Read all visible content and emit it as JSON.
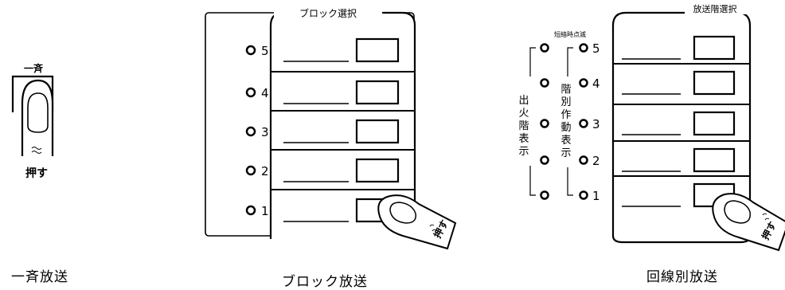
{
  "all_broadcast": {
    "button_label": "一斉",
    "push_label": "押す",
    "caption": "一斉放送"
  },
  "block_broadcast": {
    "panel_title": "ブロック選択",
    "rows": [
      "5",
      "4",
      "3",
      "2",
      "1"
    ],
    "push_label": "押す",
    "caption": "ブロック放送"
  },
  "line_broadcast": {
    "panel_title": "放送階選択",
    "short_circuit_label": "短絡時点滅",
    "fire_floor_label": [
      "出",
      "火",
      "階",
      "表",
      "示"
    ],
    "floor_op_label": [
      "階",
      "別",
      "作",
      "動",
      "表",
      "示"
    ],
    "rows": [
      "5",
      "4",
      "3",
      "2",
      "1"
    ],
    "push_label": "押す",
    "caption": "回線別放送"
  }
}
